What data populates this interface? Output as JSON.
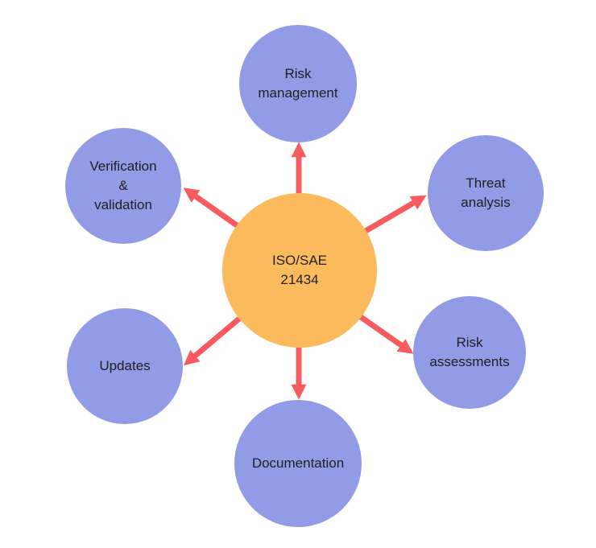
{
  "hub": {
    "label": "ISO/SAE\n21434"
  },
  "nodes": [
    {
      "label": "Risk\nmanagement"
    },
    {
      "label": "Threat\nanalysis"
    },
    {
      "label": "Risk\nassessments"
    },
    {
      "label": "Documentation"
    },
    {
      "label": "Updates"
    },
    {
      "label": "Verification\n&\nvalidation"
    }
  ],
  "colors": {
    "background": "#ffffff",
    "hub_fill": "#FBBB5D",
    "node_fill": "#929BE6",
    "arrow": "#F75A5F",
    "text": "#212121"
  }
}
